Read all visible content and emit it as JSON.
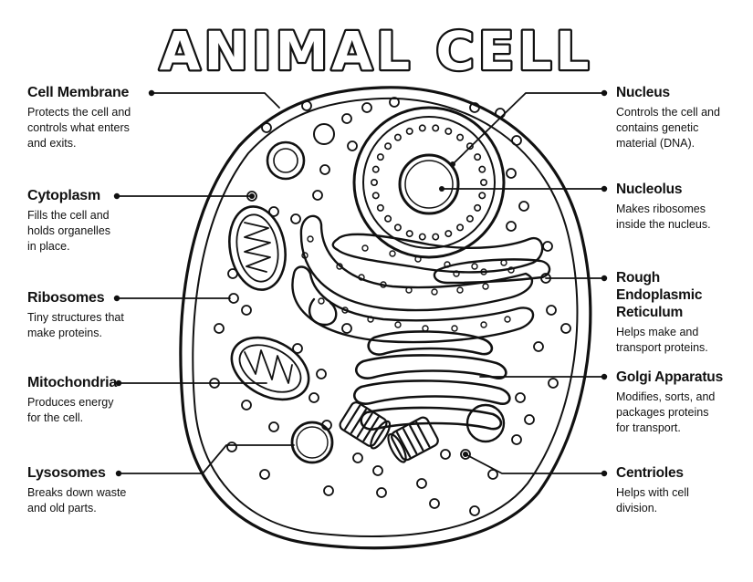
{
  "title": "ANIMAL CELL",
  "labels": [
    {
      "id": "cell-membrane",
      "name": "Cell Membrane",
      "desc": "Protects the cell and\ncontrols what enters\nand exits."
    },
    {
      "id": "cytoplasm",
      "name": "Cytoplasm",
      "desc": "Fills the cell and\nholds organelles\nin place."
    },
    {
      "id": "ribosomes",
      "name": "Ribosomes",
      "desc": "Tiny structures that\nmake proteins."
    },
    {
      "id": "mitochondria",
      "name": "Mitochondria",
      "desc": "Produces energy\nfor the cell."
    },
    {
      "id": "lysosomes",
      "name": "Lysosomes",
      "desc": "Breaks down waste\nand old parts."
    },
    {
      "id": "nucleus",
      "name": "Nucleus",
      "desc": "Controls the cell and\ncontains genetic\nmaterial (DNA)."
    },
    {
      "id": "nucleolus",
      "name": "Nucleolus",
      "desc": "Makes ribosomes\ninside the nucleus."
    },
    {
      "id": "rough-er",
      "name": "Rough Endoplasmic\nReticulum",
      "desc": "Helps make and\ntransport proteins."
    },
    {
      "id": "golgi",
      "name": "Golgi Apparatus",
      "desc": "Modifies, sorts, and\npackages proteins\nfor transport."
    },
    {
      "id": "centrioles",
      "name": "Centrioles",
      "desc": "Helps with cell\ndivision."
    }
  ],
  "colors": {
    "ink": "#111111",
    "paper": "#ffffff"
  }
}
